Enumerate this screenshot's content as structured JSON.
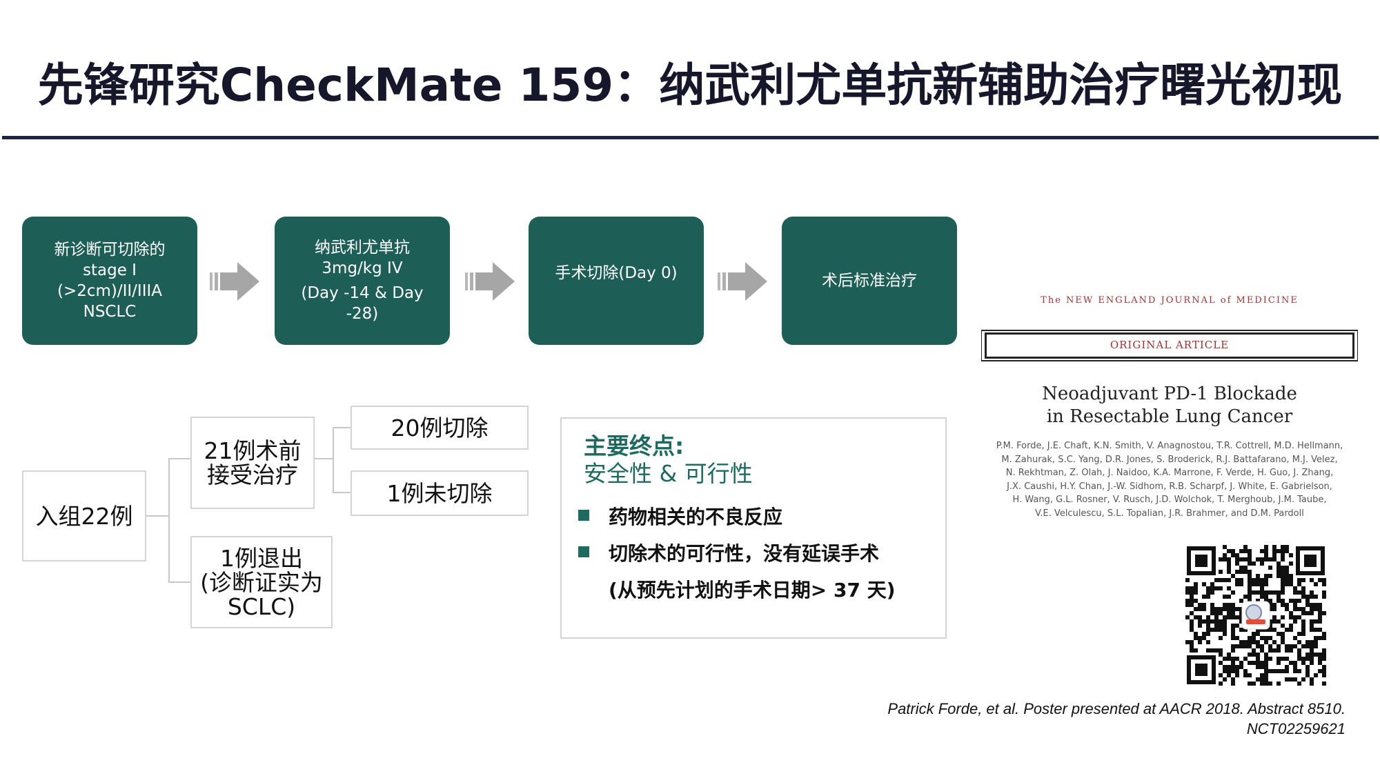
{
  "title": "先锋研究CheckMate 159：纳武利尤单抗新辅助治疗曙光初现",
  "flow": {
    "steps": [
      {
        "lines": [
          "新诊断可切除的",
          "stage I",
          "(>2cm)/II/IIIA",
          "NSCLC"
        ]
      },
      {
        "lines": [
          "纳武利尤单抗",
          "3mg/kg IV",
          "(Day -14 & Day",
          "-28)"
        ]
      },
      {
        "lines": [
          "手术切除(Day 0)"
        ]
      },
      {
        "lines": [
          "术后标准治疗"
        ]
      }
    ]
  },
  "tree": {
    "enrolled": "入组22例",
    "treated": [
      "21例术前",
      "接受治疗"
    ],
    "resected": "20例切除",
    "not_resected": "1例未切除",
    "withdrawn": [
      "1例退出",
      "(诊断证实为",
      "SCLC)"
    ]
  },
  "endpoint": {
    "title": "主要终点:",
    "subtitle": "安全性 & 可行性",
    "items": [
      {
        "text": "药物相关的不良反应"
      },
      {
        "text": "切除术的可行性，没有延误手术",
        "continuation": "(从预先计划的手术日期> 37 天)"
      }
    ]
  },
  "article": {
    "journal": "The NEW ENGLAND JOURNAL of MEDICINE",
    "label": "ORIGINAL ARTICLE",
    "title_lines": [
      "Neoadjuvant PD-1 Blockade",
      "in Resectable Lung Cancer"
    ],
    "authors": [
      "P.M. Forde, J.E. Chaft, K.N. Smith, V. Anagnostou, T.R. Cottrell, M.D. Hellmann,",
      "M. Zahurak, S.C. Yang, D.R. Jones, S. Broderick, R.J. Battafarano, M.J. Velez,",
      "N. Rekhtman, Z. Olah, J. Naidoo, K.A. Marrone, F. Verde, H. Guo, J. Zhang,",
      "J.X. Caushi, H.Y. Chan, J.-W. Sidhom, R.B. Scharpf, J. White, E. Gabrielson,",
      "H. Wang, G.L. Rosner, V. Rusch, J.D. Wolchok, T. Merghoub, J.M. Taube,",
      "V.E. Velculescu, S.L. Topalian, J.R. Brahmer, and D.M. Pardoll"
    ]
  },
  "citation": {
    "line1": "Patrick Forde, et al. Poster presented at  AACR 2018. Abstract 8510.",
    "line2": "NCT02259621"
  },
  "colors": {
    "flow_box": "#1d5e57",
    "accent_green": "#1d6b5f",
    "title_rule": "#1f2541",
    "nejm_red": "#a2322e"
  }
}
